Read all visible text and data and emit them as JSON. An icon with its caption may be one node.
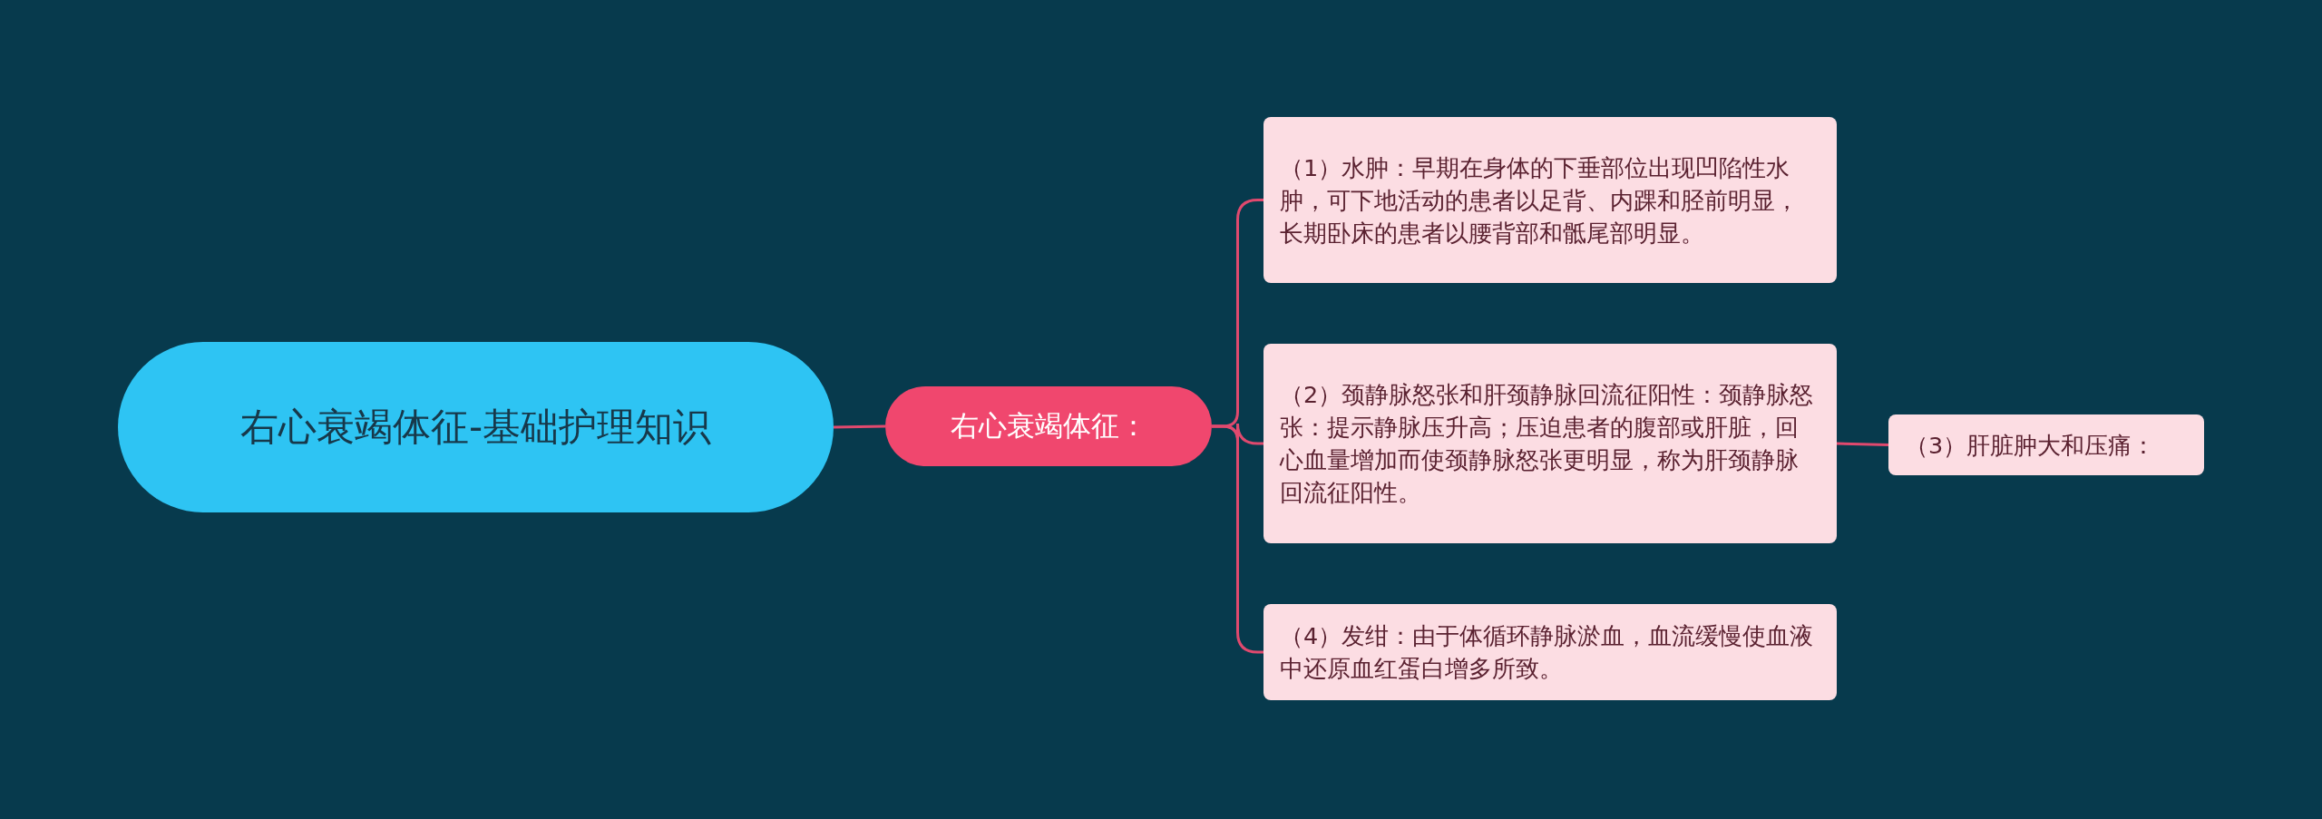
{
  "diagram": {
    "nodes": [
      {
        "text": [
          "右心衰竭体征-基础护理知识"
        ]
      },
      {
        "text": [
          "右心衰竭体征："
        ]
      },
      {
        "text": [
          "（1）水肿：早期在身体的下垂部位出现凹陷性水肿，可下地活动的患者以足背、内踝和胫前明显，长期卧床的患者以腰背部和骶尾部明显。"
        ]
      },
      {
        "text": [
          "（2）颈静脉怒张和肝颈静脉回流征阳性：颈静脉怒张：提示静脉压升高；压迫患者的腹部或肝脏，回心血量增加而使颈静脉怒张更明显，称为肝颈静脉回流征阳性。"
        ]
      },
      {
        "text": [
          "（4）发绀：由于体循环静脉淤血，血流缓慢使血液中还原血红蛋白增多所致。"
        ]
      },
      {
        "text": [
          "（3）肝脏肿大和压痛："
        ]
      }
    ],
    "edges": [
      {
        "from": 0,
        "to": 1,
        "arrow": "none"
      },
      {
        "from": 1,
        "to": 2,
        "arrow": "none"
      },
      {
        "from": 1,
        "to": 3,
        "arrow": "none"
      },
      {
        "from": 1,
        "to": 4,
        "arrow": "none"
      },
      {
        "from": 3,
        "to": 5,
        "arrow": "none"
      }
    ]
  }
}
